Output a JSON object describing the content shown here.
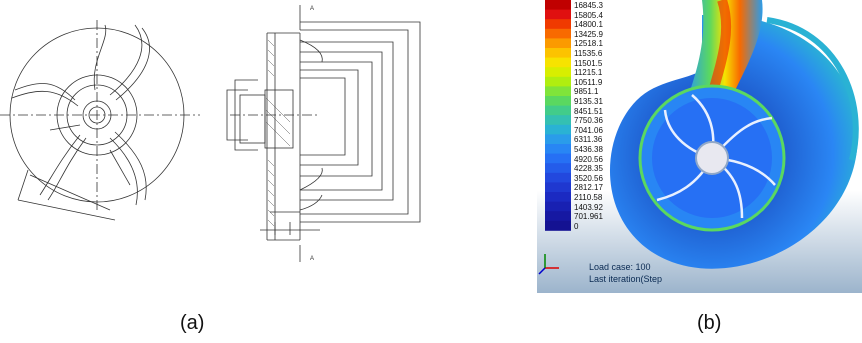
{
  "captions": {
    "a": "(a)",
    "b": "(b)"
  },
  "legend": {
    "values": [
      "16845.3",
      "15805.4",
      "14800.1",
      "13425.9",
      "12518.1",
      "11535.6",
      "11501.5",
      "11215.1",
      "10511.9",
      "9851.1",
      "9135.31",
      "8451.51",
      "7750.36",
      "7041.06",
      "6311.36",
      "5436.38",
      "4920.56",
      "4228.35",
      "3520.56",
      "2812.17",
      "2110.58",
      "1403.92",
      "701.961",
      "0"
    ],
    "colors": [
      "#c00000",
      "#e01010",
      "#f03a00",
      "#f86a00",
      "#fb9a00",
      "#fcc300",
      "#f7e300",
      "#d8ee00",
      "#b0ee10",
      "#80e43a",
      "#5ad860",
      "#42cc8a",
      "#34c0b2",
      "#2ab2d4",
      "#2a9cea",
      "#2886f4",
      "#2670f4",
      "#245cea",
      "#2248de",
      "#1f38d0",
      "#1b2ac2",
      "#1820b2",
      "#1618a2",
      "#141292"
    ]
  },
  "sim_text": {
    "load_case": "Load case: 100",
    "last_iteration": "Last iteration(Step"
  },
  "colors": {
    "volute_blue": "#1f5fd0",
    "background_top": "#ffffff",
    "background_bottom": "#9cb4cc"
  }
}
